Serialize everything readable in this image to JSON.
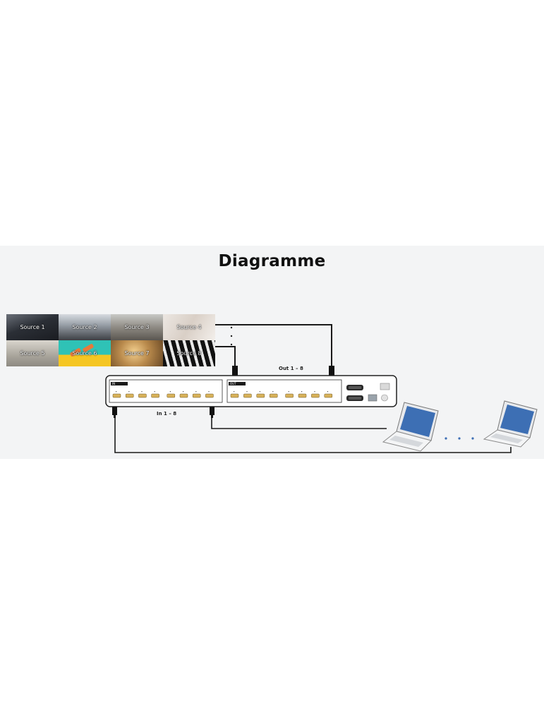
{
  "title": "Diagramme",
  "sources": [
    {
      "label": "Source 1"
    },
    {
      "label": "Source 2"
    },
    {
      "label": "Source 3"
    },
    {
      "label": "Source 4"
    },
    {
      "label": "Source 5"
    },
    {
      "label": "Source 6"
    },
    {
      "label": "Source 7"
    },
    {
      "label": "Source 8"
    }
  ],
  "device": {
    "in_panel_label": "IN",
    "out_panel_label": "OUT",
    "port_count_per_side": 8
  },
  "labels": {
    "outputs": "Out 1 – 8",
    "inputs": "In 1 – 8"
  },
  "colors": {
    "banner": "#f3f4f5",
    "cable": "#1a1a1a",
    "port": "#d8b25a",
    "laptop_screen": "#3d6fb4"
  },
  "icons": [
    "laptop-icon",
    "hdmi-connector-icon",
    "serial-port-icon",
    "ethernet-port-icon",
    "power-jack-icon",
    "ellipsis-icon"
  ]
}
